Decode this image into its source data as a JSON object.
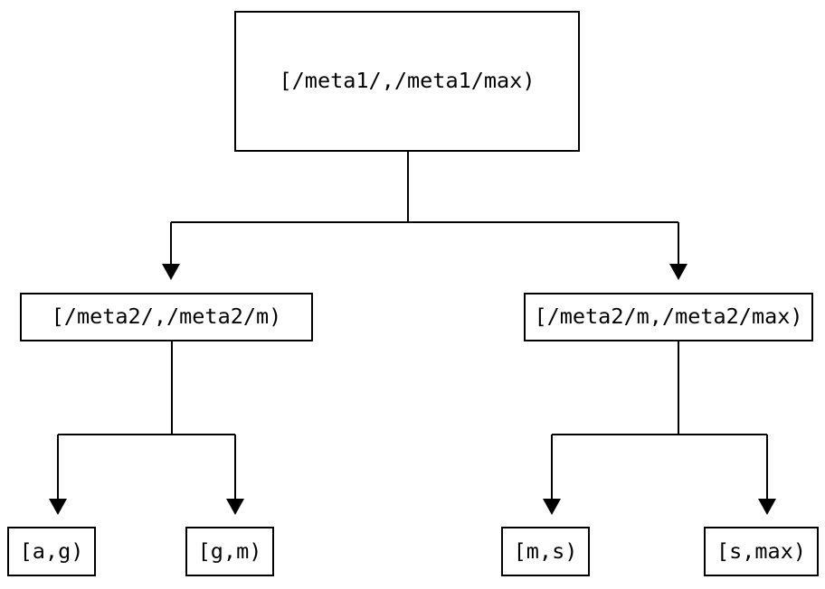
{
  "diagram": {
    "type": "tree",
    "orientation": "top-down",
    "background_color": "#ffffff",
    "line_color": "#000000",
    "text_color": "#000000",
    "nodes": {
      "root": {
        "label": "[/meta1/,/meta1/max)",
        "level": 0
      },
      "mid_left": {
        "label": "[/meta2/,/meta2/m)",
        "level": 1
      },
      "mid_right": {
        "label": "[/meta2/m,/meta2/max)",
        "level": 1
      },
      "leaf_1": {
        "label": "[a,g)",
        "level": 2
      },
      "leaf_2": {
        "label": "[g,m)",
        "level": 2
      },
      "leaf_3": {
        "label": "[m,s)",
        "level": 2
      },
      "leaf_4": {
        "label": "[s,max)",
        "level": 2
      }
    },
    "edges": [
      {
        "from": "root",
        "to": "mid_left",
        "arrow": "down"
      },
      {
        "from": "root",
        "to": "mid_right",
        "arrow": "down"
      },
      {
        "from": "mid_left",
        "to": "leaf_1",
        "arrow": "down"
      },
      {
        "from": "mid_left",
        "to": "leaf_2",
        "arrow": "down"
      },
      {
        "from": "mid_right",
        "to": "leaf_3",
        "arrow": "down"
      },
      {
        "from": "mid_right",
        "to": "leaf_4",
        "arrow": "down"
      }
    ]
  }
}
